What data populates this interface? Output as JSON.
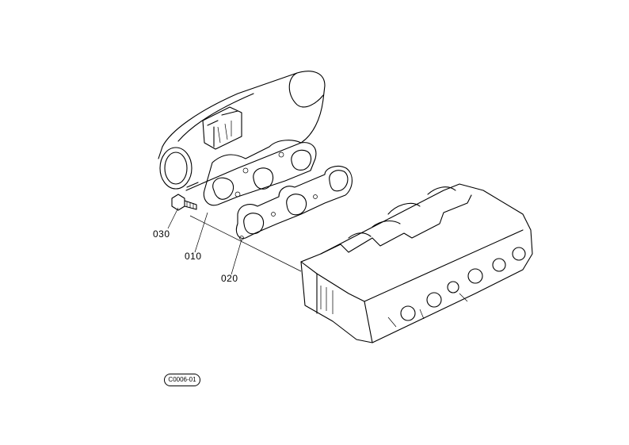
{
  "parts": [
    {
      "id": "010",
      "name": "exhaust-manifold"
    },
    {
      "id": "020",
      "name": "manifold-gasket"
    },
    {
      "id": "030",
      "name": "manifold-bolt"
    }
  ],
  "labels": {
    "p030": "030",
    "p010": "010",
    "p020": "020"
  },
  "figure_ref": "C0006-01",
  "colors": {
    "line": "#000000",
    "background": "#ffffff"
  }
}
